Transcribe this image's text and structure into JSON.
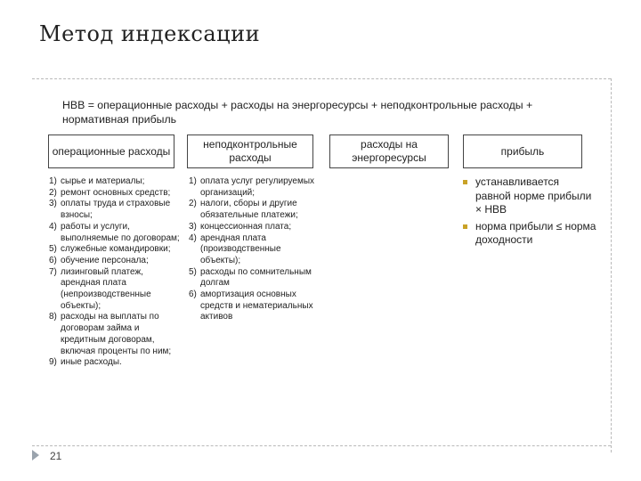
{
  "slide": {
    "title": "Метод индексации",
    "formula": "НВВ = операционные расходы + расходы на энергоресурсы + неподконтрольные расходы + нормативная прибыль",
    "page_number": "21"
  },
  "columns": [
    {
      "header": "операционные расходы",
      "items": [
        {
          "num": "1)",
          "text": "сырье и материалы;"
        },
        {
          "num": "2)",
          "text": "ремонт основных средств;"
        },
        {
          "num": "3)",
          "text": "оплаты труда и страховые взносы;"
        },
        {
          "num": "4)",
          "text": "работы и услуги, выполняемые по договорам;"
        },
        {
          "num": "5)",
          "text": "служебные командировки;"
        },
        {
          "num": "6)",
          "text": "обучение персонала;"
        },
        {
          "num": "7)",
          "text": "лизинговый платеж, арендная плата (непроизводственные объекты);"
        },
        {
          "num": "8)",
          "text": "расходы на выплаты по договорам займа и кредитным договорам, включая проценты по ним;"
        },
        {
          "num": "9)",
          "text": "иные расходы."
        }
      ]
    },
    {
      "header": "неподконтрольные расходы",
      "items": [
        {
          "num": "1)",
          "text": "оплата услуг регулируемых организаций;"
        },
        {
          "num": "2)",
          "text": "налоги, сборы и другие обязательные платежи;"
        },
        {
          "num": "3)",
          "text": "концессионная плата;"
        },
        {
          "num": "4)",
          "text": "арендная плата (производственные объекты);"
        },
        {
          "num": "5)",
          "text": "расходы по сомнительным долгам"
        },
        {
          "num": "6)",
          "text": "амортизация основных средств и нематериальных активов"
        }
      ]
    },
    {
      "header": "расходы на энергоресурсы",
      "items": []
    },
    {
      "header": "прибыль",
      "bullets": [
        "устанавливается равной норме прибыли × НВВ",
        "норма прибыли ≤ норма доходности"
      ]
    }
  ],
  "colors": {
    "bullet": "#c9a227",
    "border": "#444444",
    "guide": "#b9b9b9"
  }
}
